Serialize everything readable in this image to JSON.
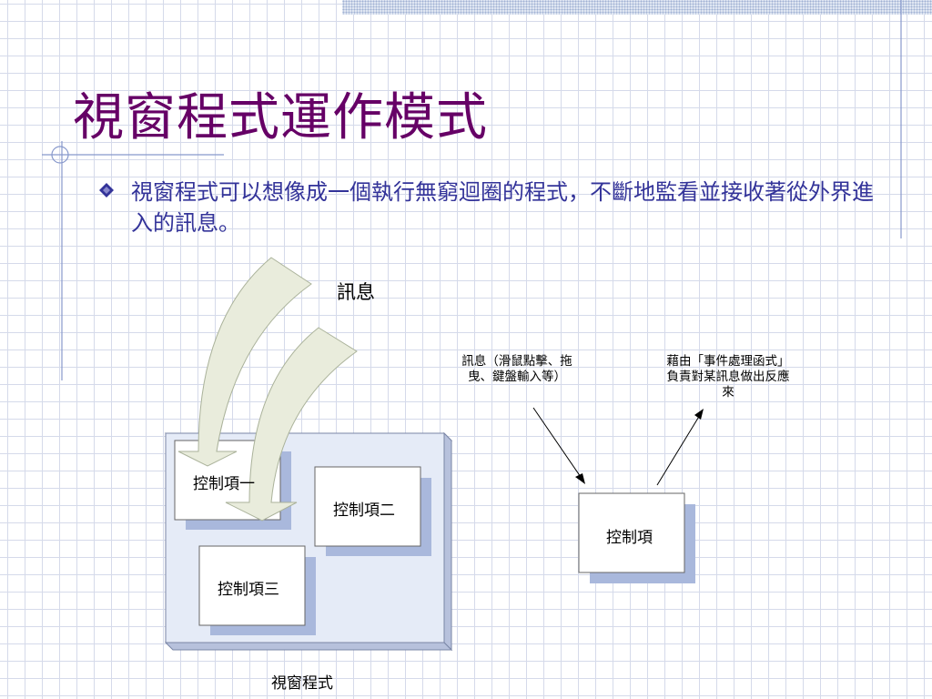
{
  "slide": {
    "title": "視窗程式運作模式",
    "bullet": "視窗程式可以想像成一個執行無窮迴圈的程式，不斷地監看並接收著從外界進入的訊息。"
  },
  "diagram": {
    "message_label": "訊息",
    "window_label": "視窗程式",
    "controls": [
      "控制項一",
      "控制項二",
      "控制項三"
    ],
    "single_control": "控制項",
    "note_input": "訊息（滑鼠點擊、拖曳、鍵盤輸入等）",
    "note_handler": "藉由「事件處理函式」負責對某訊息做出反應來"
  },
  "colors": {
    "title": "#660066",
    "bullet_text": "#333399",
    "shadow": "#a9b8dc",
    "window_fill": "#e5ebf7",
    "arrow_fill": "#e9ecdc",
    "grid": "#d5daea"
  }
}
